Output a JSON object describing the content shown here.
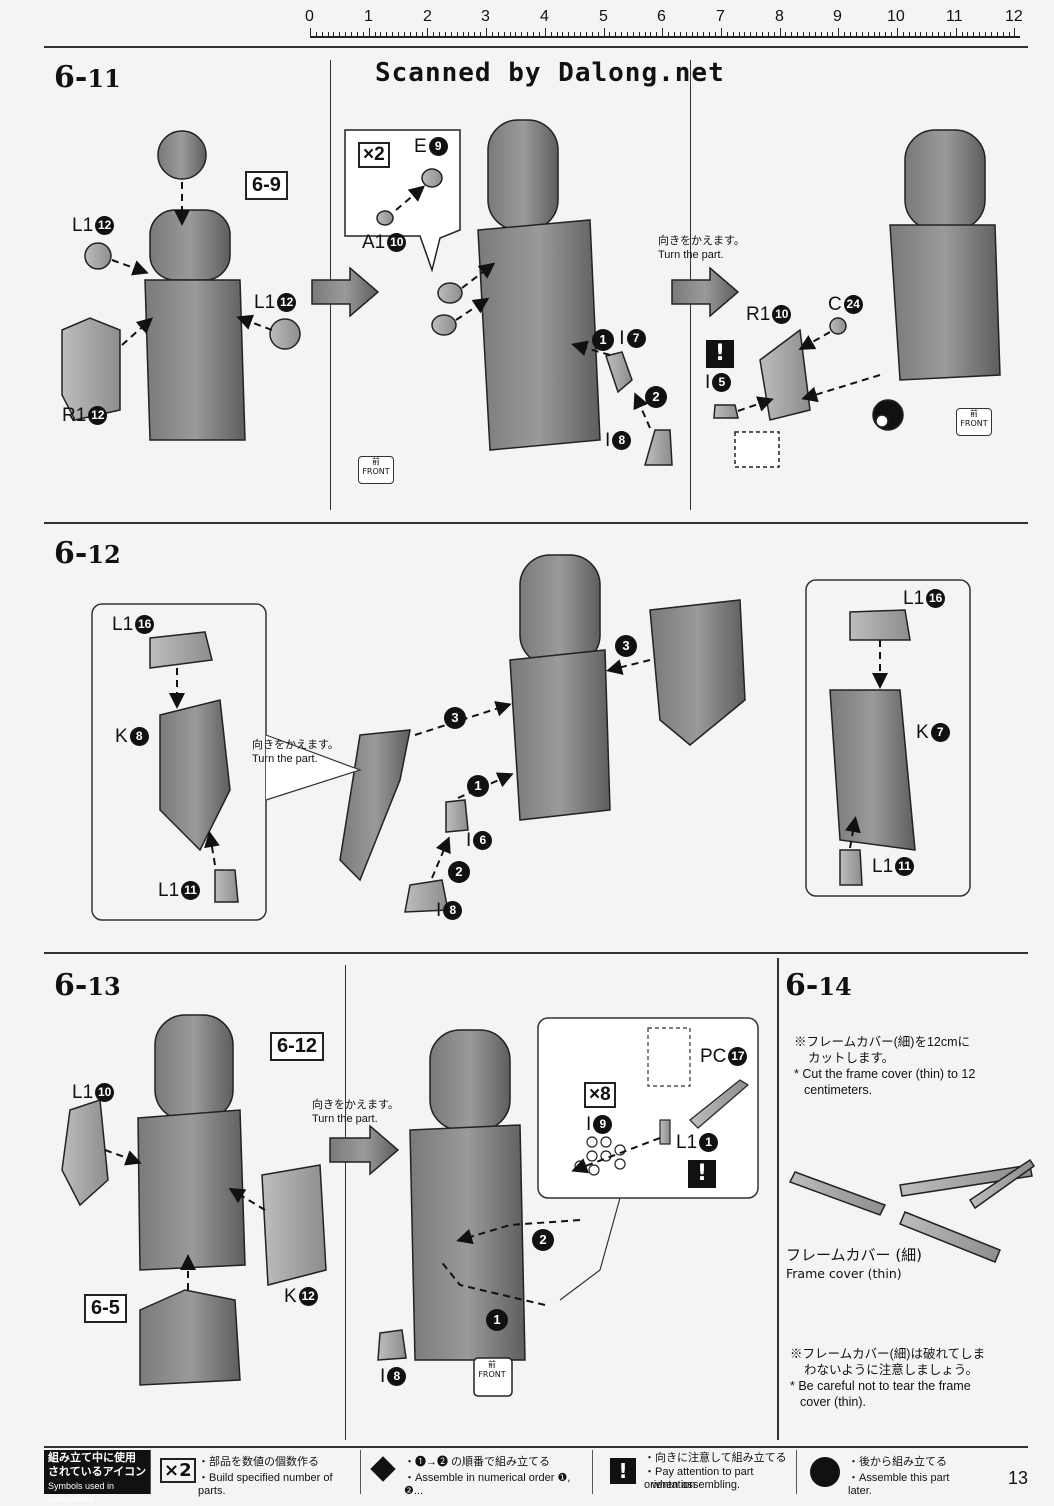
{
  "ruler": {
    "numbers": [
      "0",
      "1",
      "2",
      "3",
      "4",
      "5",
      "6",
      "7",
      "8",
      "9",
      "10",
      "11",
      "12"
    ]
  },
  "watermark": "Scanned by Dalong.net",
  "steps": {
    "s611": {
      "title_main": "6-",
      "title_sub": "11"
    },
    "s612": {
      "title_main": "6-",
      "title_sub": "12"
    },
    "s613": {
      "title_main": "6-",
      "title_sub": "13"
    },
    "s614": {
      "title_main": "6-",
      "title_sub": "14"
    }
  },
  "refs": {
    "r69": "6-9",
    "r612": "6-12",
    "r65": "6-5"
  },
  "turn": {
    "jp": "向きをかえます。",
    "en": "Turn the part."
  },
  "labels": {
    "a_L1": "L1",
    "a_L1n": "12",
    "a_L1b": "L1",
    "a_L1bn": "12",
    "a_R1": "R1",
    "a_R1n": "12",
    "b_x2": "×2",
    "b_E": "E",
    "b_En": "9",
    "b_A1": "A1",
    "b_A1n": "10",
    "b_I": "I",
    "b_In": "7",
    "b_I8": "I",
    "b_I8n": "8",
    "c_R1": "R1",
    "c_R1n": "10",
    "c_C": "C",
    "c_Cn": "24",
    "c_I": "I",
    "c_In": "5",
    "d_L1": "L1",
    "d_L1n": "16",
    "d_K": "K",
    "d_Kn": "8",
    "d_L1b": "L1",
    "d_L1bn": "11",
    "e_I6": "I",
    "e_I6n": "6",
    "e_I8": "I",
    "e_I8n": "8",
    "f_L1": "L1",
    "f_L1n": "16",
    "f_K": "K",
    "f_Kn": "7",
    "f_L1b": "L1",
    "f_L1bn": "11",
    "g_L1": "L1",
    "g_L1n": "10",
    "g_K": "K",
    "g_Kn": "12",
    "h_x8": "×8",
    "h_I": "I",
    "h_In": "9",
    "h_PC": "PC",
    "h_PCn": "17",
    "h_L1": "L1",
    "h_L1n": "1",
    "h_I8": "I",
    "h_I8n": "8"
  },
  "seq": {
    "one": "1",
    "two": "2",
    "three": "3"
  },
  "front": {
    "jp": "前",
    "en": "FRONT"
  },
  "step614": {
    "note1_jp": "※フレームカバー(細)を12cmに",
    "note1_jp2": "カットします。",
    "note1_en": "* Cut the frame cover (thin) to 12",
    "note1_en2": "centimeters.",
    "part_jp": "フレームカバー (細)",
    "part_en": "Frame cover (thin)",
    "note2_jp": "※フレームカバー(細)は破れてしま",
    "note2_jp2": "わないように注意しましょう。",
    "note2_en": "* Be careful not to tear the frame",
    "note2_en2": "cover (thin)."
  },
  "legend": {
    "title_jp1": "組み立て中に使用",
    "title_jp2": "されているアイコン",
    "title_en": "Symbols used in instructions",
    "i1_icon": "×2",
    "i1_jp": "・部品を数値の個数作る",
    "i1_en": "・Build specified number of parts.",
    "i2_jp": "・❶→❷ の順番で組み立てる",
    "i2_en": "・Assemble in numerical order ❶, ❷...",
    "i3_jp": "・向きに注意して組み立てる",
    "i3_en": "・Pay attention to part orientation",
    "i3_en2": "when assembling.",
    "i4_jp": "・後から組み立てる",
    "i4_en": "・Assemble this part later."
  },
  "page_number": "13"
}
